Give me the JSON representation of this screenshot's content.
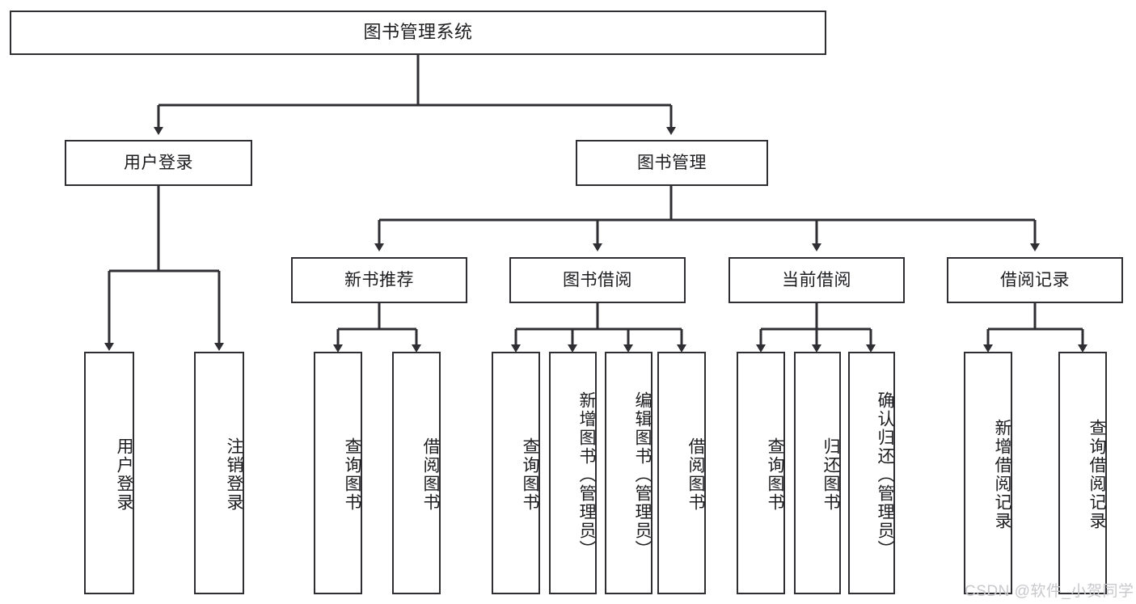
{
  "diagram": {
    "title": "图书管理系统",
    "type": "hierarchy-tree",
    "stroke_color": "#2f2f33",
    "text_color": "#1d1d20",
    "background_color": "#ffffff"
  },
  "watermark": {
    "text": "CSDN @软件_小贺同学",
    "color": "#c9c9cd"
  },
  "nodes": {
    "root": {
      "label": "图书管理系统",
      "level": 0
    },
    "level1": [
      {
        "id": "user-login",
        "label": "用户登录"
      },
      {
        "id": "book-manage",
        "label": "图书管理"
      }
    ],
    "level2": [
      {
        "id": "new-book-recommend",
        "label": "新书推荐"
      },
      {
        "id": "book-borrow",
        "label": "图书借阅"
      },
      {
        "id": "current-borrow",
        "label": "当前借阅"
      },
      {
        "id": "borrow-record",
        "label": "借阅记录"
      }
    ],
    "leaves": {
      "user-login": [
        {
          "id": "leaf-user-login",
          "label": "用户登录"
        },
        {
          "id": "leaf-logout-login",
          "label": "注销登录"
        }
      ],
      "new-book-recommend": [
        {
          "id": "leaf-query-book-1",
          "label": "查询图书"
        },
        {
          "id": "leaf-borrow-book-1",
          "label": "借阅图书"
        }
      ],
      "book-borrow": [
        {
          "id": "leaf-query-book-2",
          "label": "查询图书"
        },
        {
          "id": "leaf-add-book",
          "label": "新增图书（管理员）"
        },
        {
          "id": "leaf-edit-book",
          "label": "编辑图书（管理员）"
        },
        {
          "id": "leaf-borrow-book-2",
          "label": "借阅图书"
        }
      ],
      "current-borrow": [
        {
          "id": "leaf-query-book-3",
          "label": "查询图书"
        },
        {
          "id": "leaf-return-book",
          "label": "归还图书"
        },
        {
          "id": "leaf-confirm-return",
          "label": "确认归还（管理员）"
        }
      ],
      "borrow-record": [
        {
          "id": "leaf-add-record",
          "label": "新增借阅记录"
        },
        {
          "id": "leaf-query-record",
          "label": "查询借阅记录"
        }
      ]
    }
  }
}
